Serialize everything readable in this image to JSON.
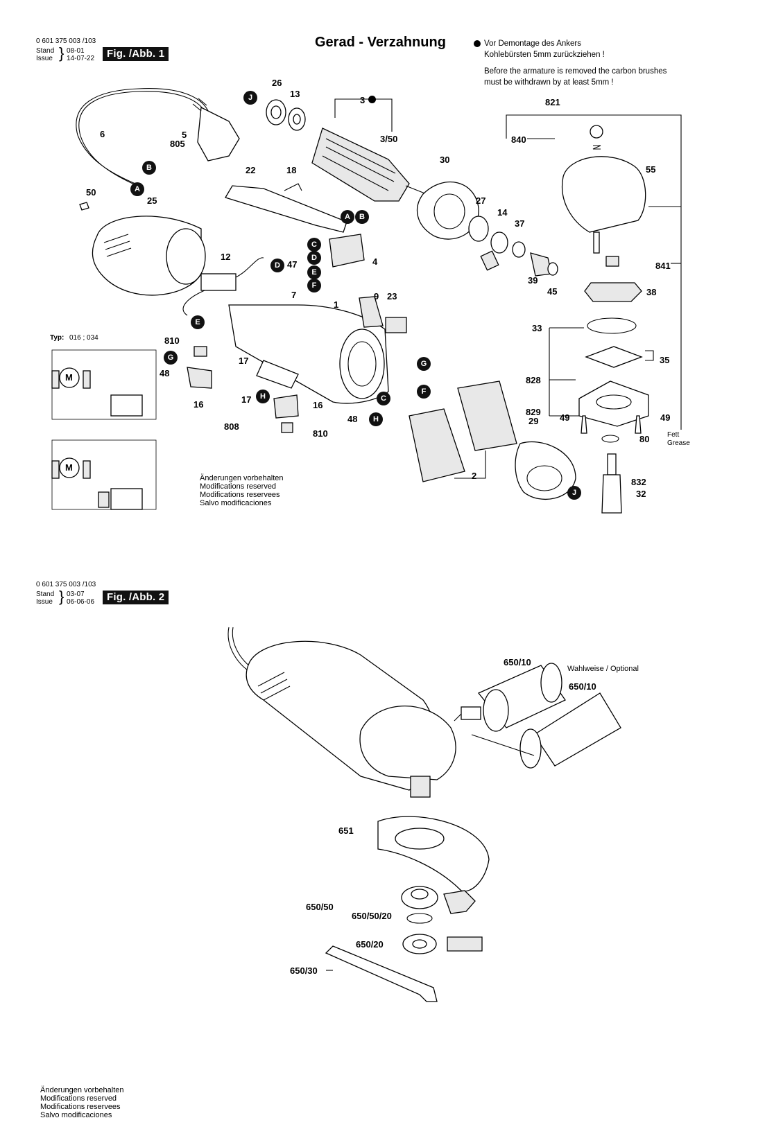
{
  "figure1": {
    "part_code": "0 601 375 003 /103",
    "stand_label": "Stand",
    "issue_label": "Issue",
    "stand_date": "08-01",
    "issue_date": "14-07-22",
    "badge": "Fig. /Abb. 1",
    "title": "Gerad - Verzahnung",
    "note_de_1": "Vor Demontage des Ankers",
    "note_de_2": "Kohlebürsten 5mm zurückziehen !",
    "note_en_1": "Before the armature is removed the carbon brushes",
    "note_en_2": "must be withdrawn by at least 5mm !",
    "typ_label": "Typ:",
    "typ_value": "016 ; 034",
    "fett": "Fett",
    "grease": "Grease",
    "motor_label": "M",
    "changes": [
      "Änderungen vorbehalten",
      "Modifications reserved",
      "Modifications reservees",
      "Salvo modificaciones"
    ],
    "part_numbers": [
      "26",
      "13",
      "3",
      "3/50",
      "821",
      "6",
      "5",
      "805",
      "840",
      "22",
      "18",
      "30",
      "55",
      "50",
      "25",
      "27",
      "14",
      "37",
      "4",
      "12",
      "47",
      "7",
      "841",
      "39",
      "45",
      "9",
      "23",
      "1",
      "38",
      "810",
      "17",
      "33",
      "35",
      "48",
      "16",
      "828",
      "17",
      "16",
      "829",
      "29",
      "49",
      "49",
      "808",
      "48",
      "810",
      "80",
      "2",
      "832",
      "32"
    ],
    "ref_letters": [
      "J",
      "B",
      "A",
      "A",
      "B",
      "C",
      "D",
      "E",
      "F",
      "D",
      "E",
      "G",
      "G",
      "H",
      "C",
      "F",
      "H",
      "J"
    ]
  },
  "figure2": {
    "part_code": "0 601 375 003 /103",
    "stand_label": "Stand",
    "issue_label": "Issue",
    "stand_date": "03-07",
    "issue_date": "06-06-06",
    "badge": "Fig. /Abb. 2",
    "optional": "Wahlweise / Optional",
    "part_numbers": [
      "650/10",
      "650/10",
      "651",
      "650/50",
      "650/50/20",
      "650/20",
      "650/30"
    ],
    "changes": [
      "Änderungen vorbehalten",
      "Modifications reserved",
      "Modifications reservees",
      "Salvo modificaciones"
    ]
  }
}
